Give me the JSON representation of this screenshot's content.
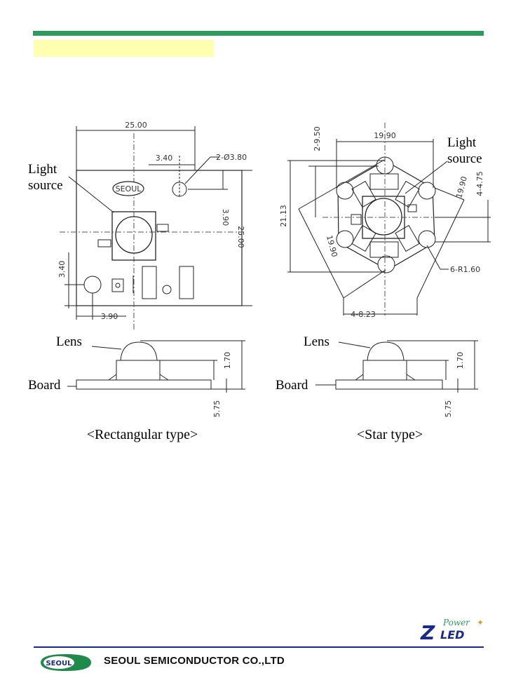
{
  "colors": {
    "accent_bar": "#2e9a5e",
    "highlight_box": "#ffffb0",
    "footer_rule": "#1a2a8a"
  },
  "rect": {
    "dims": {
      "width": "25.00",
      "height": "25.00",
      "offset_x": "3.40",
      "hole": "2-Ø3.80",
      "hole_v": "3.90",
      "left_v": "3.40",
      "bottom_h": "3.90"
    },
    "labels": {
      "light1": "Light",
      "light2": "source",
      "lens": "Lens",
      "board": "Board"
    },
    "side": {
      "h1": "1.70",
      "h2": "5.75"
    },
    "caption": "<Rectangular type>",
    "logo_text": "SEOUL"
  },
  "star": {
    "dims": {
      "top": "19.90",
      "diag_left": "2-9.50",
      "height": "21.13",
      "right_diag": "19.90",
      "right_v": "4-4.75",
      "left_diag": "19.90",
      "radius": "6-R1.60",
      "bottom": "4-8.23"
    },
    "labels": {
      "light1": "Light",
      "light2": "source",
      "lens": "Lens",
      "board": "Board"
    },
    "side": {
      "h1": "1.70",
      "h2": "5.75"
    },
    "caption": "<Star type>"
  },
  "footer": {
    "company": "SEOUL SEMICONDUCTOR CO.,LTD",
    "logo_text": "SEOUL",
    "brand_z": "Z",
    "brand_power": "Power",
    "brand_led": "LED"
  }
}
